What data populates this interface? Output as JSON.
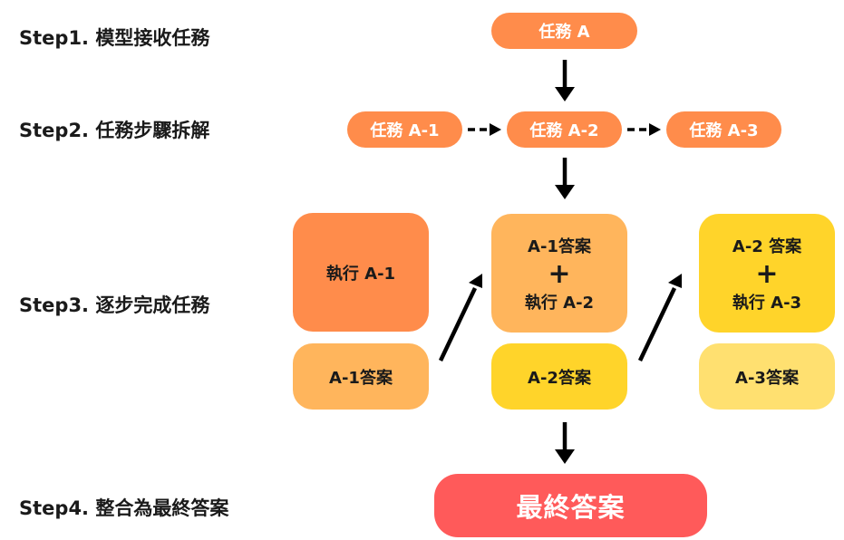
{
  "steps": [
    {
      "label": "Step1. 模型接收任務"
    },
    {
      "label": "Step2. 任務步驟拆解"
    },
    {
      "label": "Step3. 逐步完成任務"
    },
    {
      "label": "Step4. 整合為最終答案"
    }
  ],
  "tasks": {
    "main": "任務 A",
    "sub": [
      "任務 A-1",
      "任務 A-2",
      "任務 A-3"
    ]
  },
  "execution": {
    "col1": {
      "top": "執行 A-1",
      "bottom": "A-1答案"
    },
    "col2": {
      "top_line1": "A-1答案",
      "plus": "+",
      "top_line2": "執行 A-2",
      "bottom": "A-2答案"
    },
    "col3": {
      "top_line1": "A-2 答案",
      "plus": "+",
      "top_line2": "執行 A-3",
      "bottom": "A-3答案"
    }
  },
  "final": "最終答案",
  "colors": {
    "orange": "#ff8c4b",
    "light_orange": "#ffb55c",
    "yellow": "#ffd42a",
    "pale_yellow": "#ffe070",
    "red": "#ff5a5a"
  }
}
